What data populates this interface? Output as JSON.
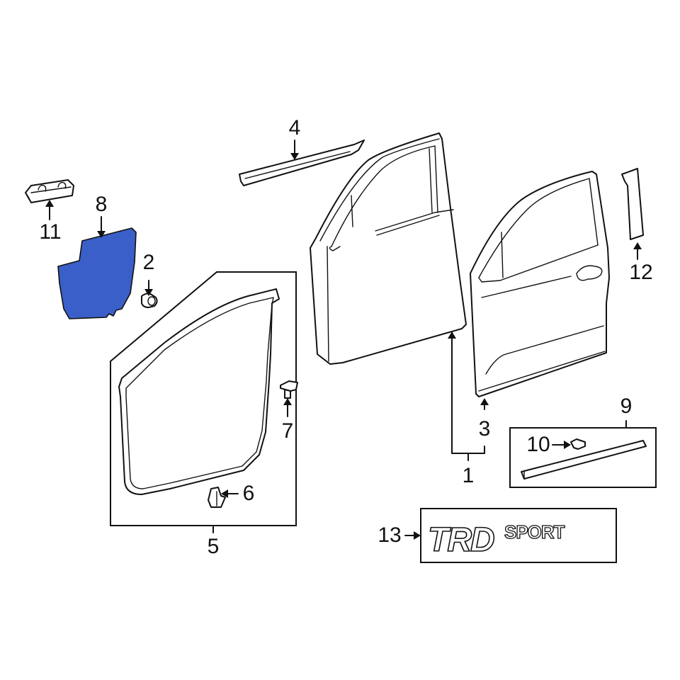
{
  "diagram": {
    "type": "exploded parts diagram",
    "subject": "Front door assembly",
    "highlight_color": "#3a5fc8",
    "line_color": "#111111",
    "background": "#ffffff"
  },
  "callouts": [
    {
      "id": "1",
      "label": "1",
      "part": "front door shell (bracket to items 1 & 3)"
    },
    {
      "id": "2",
      "label": "2",
      "part": "clip / grommet"
    },
    {
      "id": "3",
      "label": "3",
      "part": "door shell"
    },
    {
      "id": "4",
      "label": "4",
      "part": "belt weatherstrip molding"
    },
    {
      "id": "5",
      "label": "5",
      "part": "door weatherstrip (boxed group)"
    },
    {
      "id": "6",
      "label": "6",
      "part": "weatherstrip clip"
    },
    {
      "id": "7",
      "label": "7",
      "part": "retainer clip"
    },
    {
      "id": "8",
      "label": "8",
      "part": "water deflector (highlighted)"
    },
    {
      "id": "9",
      "label": "9",
      "part": "lower door molding (boxed group)"
    },
    {
      "id": "10",
      "label": "10",
      "part": "molding clip"
    },
    {
      "id": "11",
      "label": "11",
      "part": "check/bracket block"
    },
    {
      "id": "12",
      "label": "12",
      "part": "pillar applique"
    },
    {
      "id": "13",
      "label": "13",
      "part": "emblem (boxed)"
    }
  ],
  "emblem": {
    "text_main": "TRD",
    "text_secondary": "SPORT"
  }
}
